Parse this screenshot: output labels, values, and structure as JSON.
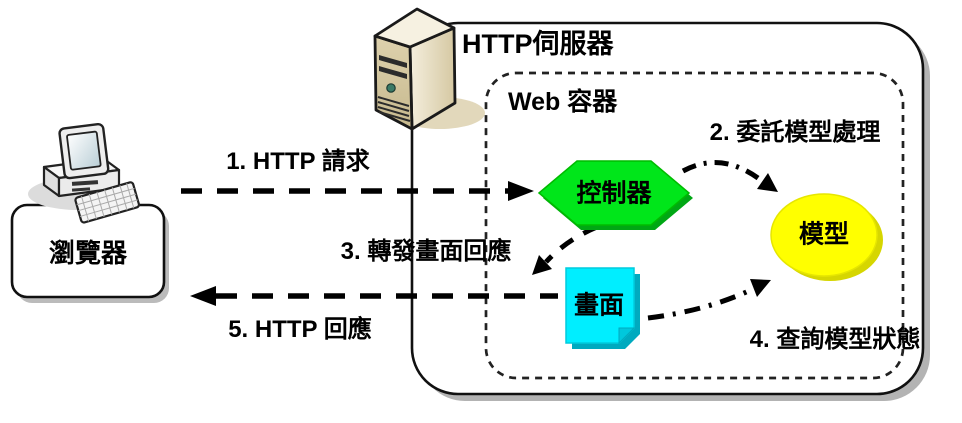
{
  "diagram": {
    "title_node": {
      "label": "HTTP伺服器"
    },
    "web_container": {
      "label": "Web 容器"
    },
    "browser": {
      "label": "瀏覽器"
    },
    "nodes": {
      "controller": {
        "label": "控制器",
        "shape": "hexagon",
        "color": "#00e61a"
      },
      "model": {
        "label": "模型",
        "shape": "ellipse",
        "color": "#ffff00"
      },
      "view": {
        "label": "畫面",
        "shape": "note",
        "color": "#00eeff"
      }
    },
    "steps": [
      {
        "label": "1. HTTP 請求",
        "from": "browser",
        "to": "controller",
        "style": "dashed"
      },
      {
        "label": "2. 委託模型處理",
        "from": "controller",
        "to": "model",
        "style": "dash-dot"
      },
      {
        "label": "3. 轉發畫面回應",
        "from": "controller",
        "to": "view",
        "style": "dashed"
      },
      {
        "label": "4. 查詢模型狀態",
        "from": "view",
        "to": "model",
        "style": "dash-dot"
      },
      {
        "label": "5. HTTP 回應",
        "from": "view",
        "to": "browser",
        "style": "dashed"
      }
    ],
    "colors": {
      "box_stroke": "#111111",
      "box_shadow": "#b3b3b3",
      "server_tan": "#d9cda8",
      "arrow": "#000000"
    }
  }
}
